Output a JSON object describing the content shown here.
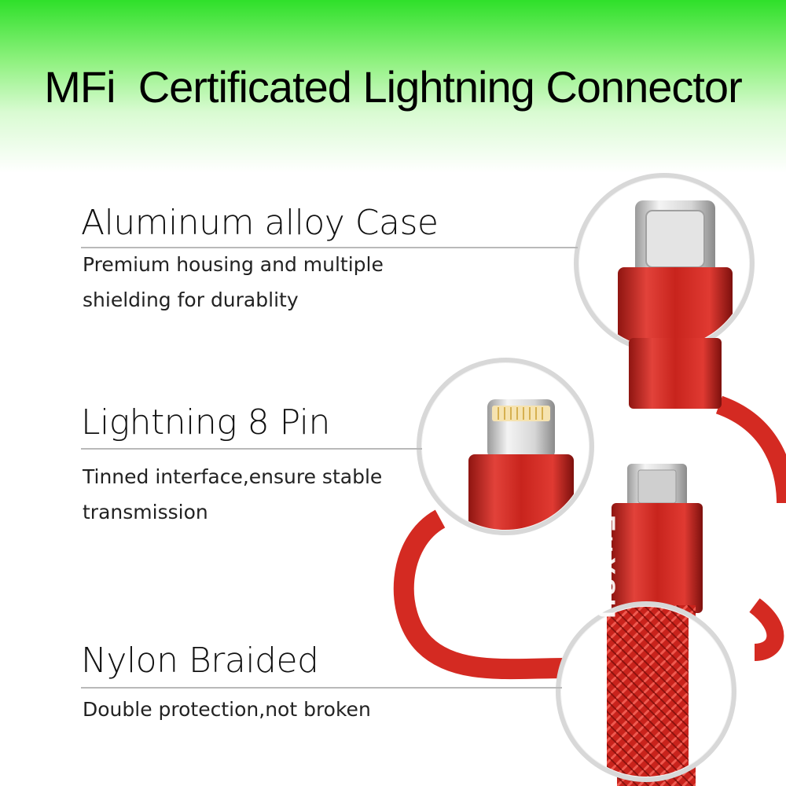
{
  "title": "MFi  Certificated Lightning Connector",
  "brand": "F∪XSU",
  "features": [
    {
      "title": "Aluminum alloy Case",
      "desc": [
        "Premium housing and multiple",
        "shielding for durablity"
      ]
    },
    {
      "title": "Lightning 8 Pin",
      "desc": [
        "Tinned interface,ensure stable",
        "transmission"
      ]
    },
    {
      "title": "Nylon Braided",
      "desc": [
        "Double protection,not broken"
      ]
    }
  ],
  "colors": {
    "accent_red": "#d42a22",
    "banner_green": "#2fe02a",
    "divider": "#b9b9b9"
  }
}
